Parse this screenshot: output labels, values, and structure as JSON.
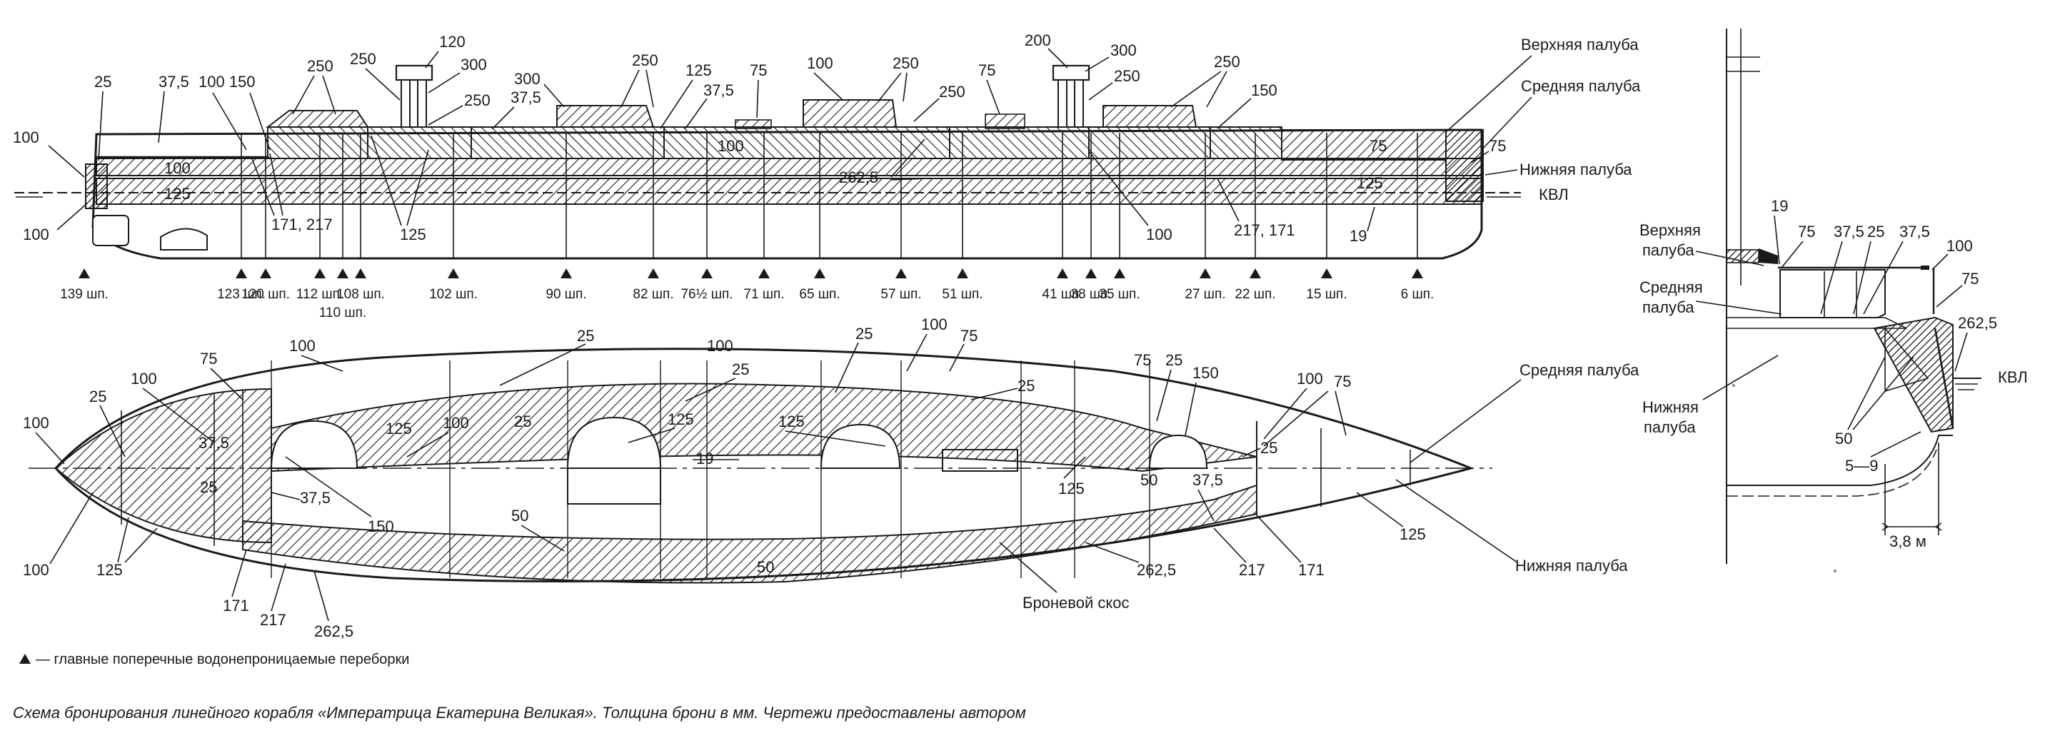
{
  "caption": "Схема бронирования линейного корабля «Императрица Екатерина Великая». Толщина брони в мм. Чертежи предоставлены автором",
  "legend": {
    "text": "— главные поперечные водонепроницаемые переборки"
  },
  "profile": {
    "deck_labels": {
      "upper": "Верхняя палуба",
      "middle": "Средняя палуба",
      "lower": "Нижняя палуба",
      "kvl": "КВЛ"
    },
    "thickness_labels": {
      "t25": "25",
      "t37_5": "37,5",
      "t100_150": "100 150",
      "t250a": "250",
      "t250b": "250",
      "t120": "120",
      "t300a": "300",
      "t250c": "250",
      "t300_37": "300",
      "t37b": "37,5",
      "t250d": "250",
      "t125a": "125",
      "t37c": "37,5",
      "t75a": "75",
      "t100a": "100",
      "t250e": "250",
      "t250f": "250",
      "t75b": "75",
      "t200": "200",
      "t300b": "300",
      "t250g": "250",
      "t250h": "250",
      "t150": "150",
      "t75c": "75",
      "t75d": "75",
      "t100b": "100",
      "t125b": "125",
      "t100c": "100",
      "t262": "262,5",
      "t100d": "100",
      "t100e": "100",
      "t171_217": "171, 217",
      "t125c": "125",
      "t100f": "100",
      "t217_171": "217, 171",
      "t125d": "125",
      "t19": "19"
    },
    "frames": [
      "139 шп.",
      "123 шп.",
      "120 шп.",
      "112 шп.",
      "110 шп.",
      "108 шп.",
      "102 шп.",
      "90 шп.",
      "82 шп.",
      "76½ шп.",
      "71 шп.",
      "65 шп.",
      "57 шп.",
      "51 шп.",
      "41 шп.",
      "38 шп.",
      "35 шп.",
      "27 шп.",
      "22 шп.",
      "15 шп.",
      "6 шп."
    ]
  },
  "plan": {
    "labels": {
      "middle_deck": "Средняя палуба",
      "lower_deck": "Нижняя палуба",
      "slope": "Броневой скос",
      "p100a": "100",
      "p37_5a": "37,5",
      "p25a": "25",
      "p100b": "100",
      "p75a": "75",
      "p100c": "100",
      "p25b": "25",
      "p100d": "100",
      "p75b": "75",
      "p25c": "25",
      "p75c": "75",
      "p25d": "25",
      "p150a": "150",
      "p100e": "100",
      "p75d": "75",
      "p125a": "125",
      "p100f": "100",
      "p25e": "25",
      "p125b": "125",
      "p125c": "125",
      "p19": "19",
      "p37_5b": "37,5",
      "p25f": "25",
      "p37_5c": "37,5",
      "p150b": "150",
      "p125d": "125",
      "p50a": "50",
      "p37_5d": "37,5",
      "p25g": "25",
      "p50b": "50",
      "p100g": "100",
      "p125e": "125",
      "p171": "171",
      "p217": "217",
      "p262a": "262,5",
      "p262b": "262,5",
      "p217b": "217",
      "p171b": "171",
      "p125f": "125"
    }
  },
  "section": {
    "labels": {
      "upper": "Верхняя\nпалуба",
      "upper1": "Верхняя",
      "upper2": "палуба",
      "middle1": "Средняя",
      "middle2": "палуба",
      "lower1": "Нижняя",
      "lower2": "палуба",
      "kvl": "КВЛ",
      "s19": "19",
      "s75a": "75",
      "s37_5a": "37,5",
      "s25": "25",
      "s37_5b": "37,5",
      "s100": "100",
      "s75b": "75",
      "s262": "262,5",
      "s50": "50",
      "s5_9": "5—9",
      "width": "3,8 м"
    }
  }
}
